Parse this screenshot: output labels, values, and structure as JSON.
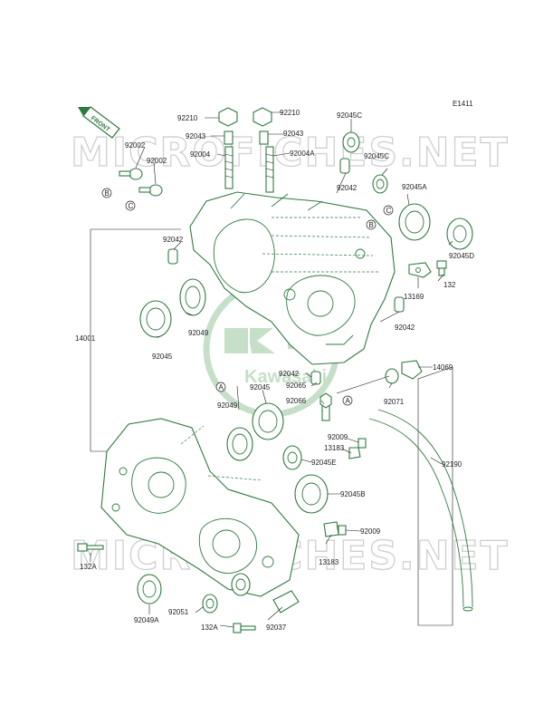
{
  "diagram": {
    "code": "E1411",
    "front_marker": "FRONT",
    "logo_text": "Kawasaki",
    "watermark": "MICROFICHES.NET",
    "colors": {
      "line": "#2f7a3e",
      "label": "#1e1e1e",
      "watermark": "#cfcfcf",
      "logo": "#c6dfc9"
    },
    "parts": [
      {
        "id": "p1",
        "text": "92210"
      },
      {
        "id": "p2",
        "text": "92210"
      },
      {
        "id": "p3",
        "text": "92045C"
      },
      {
        "id": "p4",
        "text": "92043"
      },
      {
        "id": "p5",
        "text": "92043"
      },
      {
        "id": "p6",
        "text": "92002"
      },
      {
        "id": "p7",
        "text": "92002"
      },
      {
        "id": "p8",
        "text": "92004"
      },
      {
        "id": "p9",
        "text": "92004A"
      },
      {
        "id": "p10",
        "text": "92045C"
      },
      {
        "id": "p11",
        "text": "92042"
      },
      {
        "id": "p12",
        "text": "92045A"
      },
      {
        "id": "p13",
        "text": "92042"
      },
      {
        "id": "p14",
        "text": "92045D"
      },
      {
        "id": "p15",
        "text": "132"
      },
      {
        "id": "p16",
        "text": "13169"
      },
      {
        "id": "p17",
        "text": "92049"
      },
      {
        "id": "p18",
        "text": "14001"
      },
      {
        "id": "p19",
        "text": "92045"
      },
      {
        "id": "p20",
        "text": "92042"
      },
      {
        "id": "p21",
        "text": "92042"
      },
      {
        "id": "p22",
        "text": "92065"
      },
      {
        "id": "p23",
        "text": "14069"
      },
      {
        "id": "p24",
        "text": "92066"
      },
      {
        "id": "p25",
        "text": "92071"
      },
      {
        "id": "p26",
        "text": "92045"
      },
      {
        "id": "p27",
        "text": "92049"
      },
      {
        "id": "p28",
        "text": "92009"
      },
      {
        "id": "p29",
        "text": "13183"
      },
      {
        "id": "p30",
        "text": "92045E"
      },
      {
        "id": "p31",
        "text": "92190"
      },
      {
        "id": "p32",
        "text": "92045B"
      },
      {
        "id": "p33",
        "text": "92009"
      },
      {
        "id": "p34",
        "text": "132A"
      },
      {
        "id": "p35",
        "text": "13183"
      },
      {
        "id": "p36",
        "text": "92049A"
      },
      {
        "id": "p37",
        "text": "92051"
      },
      {
        "id": "p38",
        "text": "132A"
      },
      {
        "id": "p39",
        "text": "92037"
      }
    ],
    "callouts": [
      {
        "id": "c1",
        "text": "B"
      },
      {
        "id": "c2",
        "text": "C"
      },
      {
        "id": "c3",
        "text": "B"
      },
      {
        "id": "c4",
        "text": "C"
      },
      {
        "id": "c5",
        "text": "A"
      },
      {
        "id": "c6",
        "text": "A"
      }
    ]
  }
}
